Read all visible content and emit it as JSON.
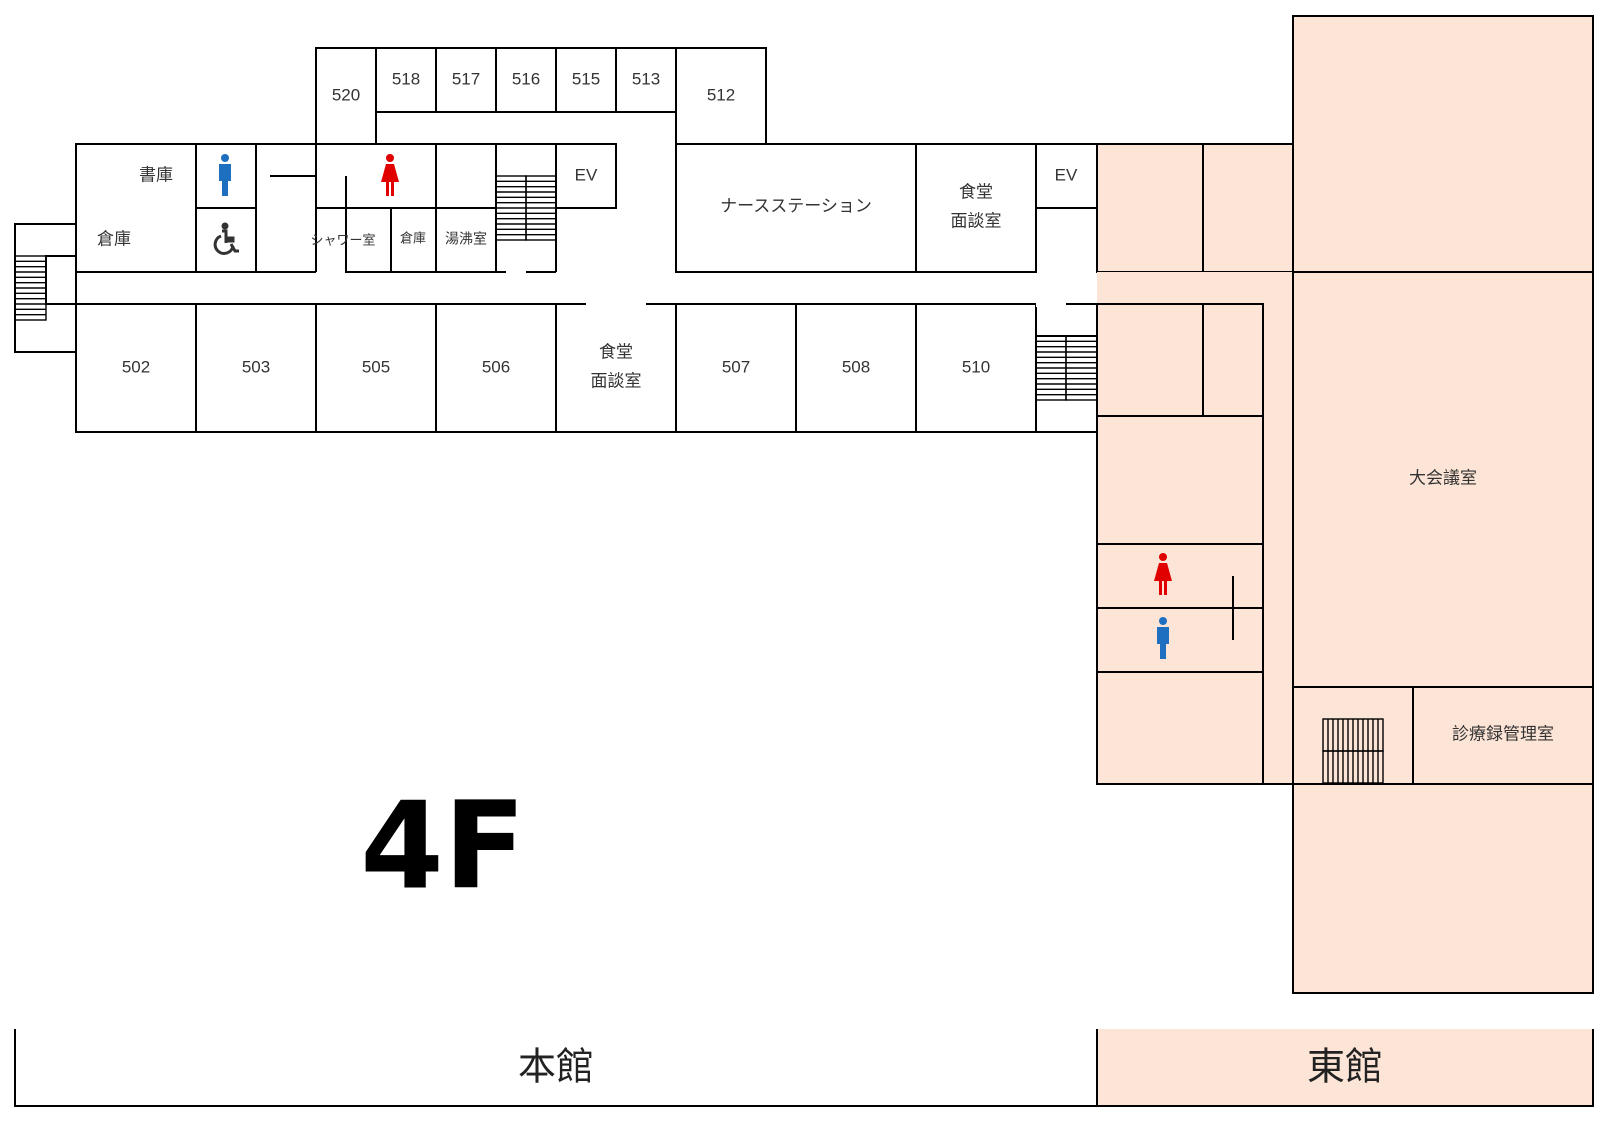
{
  "floor": {
    "label": "4F"
  },
  "buildings": {
    "main": "本館",
    "east": "東館"
  },
  "colors": {
    "east_fill": "#fce4d6",
    "female_icon": "#e00000",
    "male_icon": "#1f6fc0",
    "accessible_icon": "#333333"
  },
  "rooms": {
    "r520": "520",
    "r518": "518",
    "r517": "517",
    "r516": "516",
    "r515": "515",
    "r513": "513",
    "r512": "512",
    "shoko": "書庫",
    "soko": "倉庫",
    "shower": "シャワー室",
    "soko_small": "倉庫",
    "yuwakashi": "湯沸室",
    "ev1": "EV",
    "ev2": "EV",
    "nurse_station": "ナースステーション",
    "dining_top_1": "食堂",
    "dining_top_2": "面談室",
    "r502": "502",
    "r503": "503",
    "r505": "505",
    "r506": "506",
    "dining_mid_1": "食堂",
    "dining_mid_2": "面談室",
    "r507": "507",
    "r508": "508",
    "r510": "510",
    "conference": "大会議室",
    "records": "診療録管理室"
  },
  "icons": [
    "male-toilet-icon",
    "female-toilet-icon",
    "accessible-toilet-icon",
    "stairs-icon"
  ]
}
